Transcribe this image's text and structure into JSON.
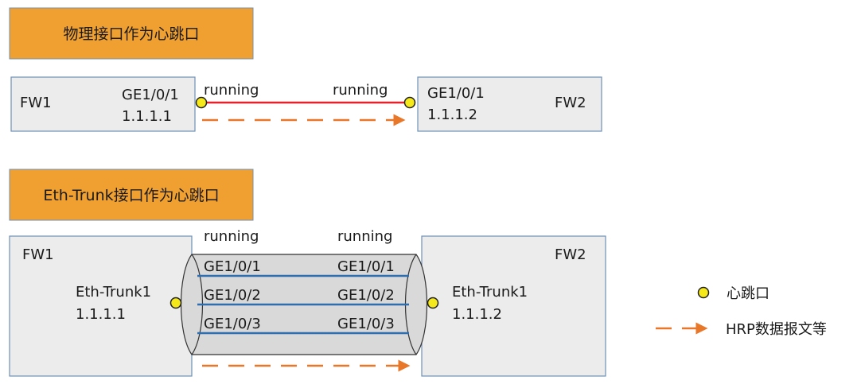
{
  "section1": {
    "title": "物理接口作为心跳口",
    "fw1": {
      "name": "FW1",
      "interface": "GE1/0/1",
      "ip": "1.1.1.1",
      "status": "running"
    },
    "fw2": {
      "name": "FW2",
      "interface": "GE1/0/1",
      "ip": "1.1.1.2",
      "status": "running"
    }
  },
  "section2": {
    "title": "Eth-Trunk接口作为心跳口",
    "fw1": {
      "name": "FW1",
      "trunk": "Eth-Trunk1",
      "ip": "1.1.1.1",
      "status": "running",
      "members": [
        "GE1/0/1",
        "GE1/0/2",
        "GE1/0/3"
      ]
    },
    "fw2": {
      "name": "FW2",
      "trunk": "Eth-Trunk1",
      "ip": "1.1.1.2",
      "status": "running",
      "members": [
        "GE1/0/1",
        "GE1/0/2",
        "GE1/0/3"
      ]
    }
  },
  "legend": {
    "heartbeat_label": "心跳口",
    "hrp_label": "HRP数据报文等"
  },
  "colors": {
    "title_box_fill": "#F0A030",
    "device_fill": "#ECECEC",
    "device_border": "#6F8FB8",
    "heartbeat_fill": "#F5E91C",
    "link_red": "#E8202A",
    "trunk_blue": "#2F6FB0",
    "hrp_orange": "#E8772A"
  }
}
